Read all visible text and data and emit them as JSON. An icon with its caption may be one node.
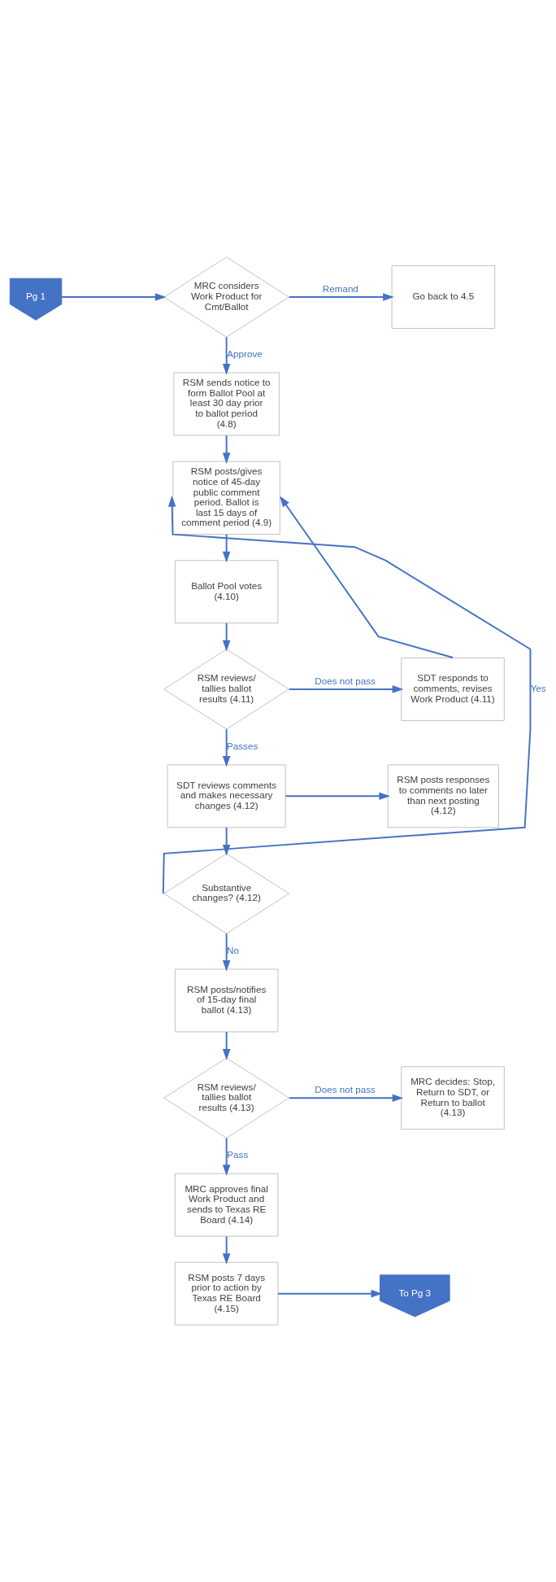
{
  "diagram": {
    "nodes": [
      {
        "text": [
          "Pg 1"
        ]
      },
      {
        "text": [
          "MRC considers Work Product for Cmt/Ballot"
        ]
      },
      {
        "text": [
          "Go back to 4.5"
        ]
      },
      {
        "text": [
          "RSM sends notice to form Ballot Pool at least 30 day prior to ballot period (4.8)"
        ]
      },
      {
        "text": [
          "RSM posts/gives notice of 45-day public comment period. Ballot is last 15 days of comment period (4.9)"
        ]
      },
      {
        "text": [
          "Ballot Pool votes (4.10)"
        ]
      },
      {
        "text": [
          "RSM reviews/ tallies ballot results (4.11)"
        ]
      },
      {
        "text": [
          "SDT responds to comments, revises Work Product (4.11)"
        ]
      },
      {
        "text": [
          "SDT reviews comments and makes necessary changes (4.12)"
        ]
      },
      {
        "text": [
          "RSM posts responses to comments no later than next posting (4.12)"
        ]
      },
      {
        "text": [
          "Substantive changes? (4.12)"
        ]
      },
      {
        "text": [
          "RSM posts/notifies of 15-day final ballot (4.13)"
        ]
      },
      {
        "text": [
          "RSM reviews/ tallies ballot results (4.13)"
        ]
      },
      {
        "text": [
          "MRC decides: Stop, Return to SDT, or Return to ballot (4.13)"
        ]
      },
      {
        "text": [
          "MRC approves final Work Product and sends to Texas RE Board (4.14)"
        ]
      },
      {
        "text": [
          "RSM posts 7 days prior to action by Texas RE Board (4.15)"
        ]
      },
      {
        "text": [
          "To Pg 3"
        ]
      }
    ],
    "edges": [
      {
        "from": 0,
        "to": 1,
        "arrow": "to"
      },
      {
        "from": 1,
        "to": 2,
        "arrow": "to",
        "label": "Remand"
      },
      {
        "from": 1,
        "to": 3,
        "arrow": "to",
        "label": "Approve"
      },
      {
        "from": 3,
        "to": 4,
        "arrow": "to"
      },
      {
        "from": 4,
        "to": 5,
        "arrow": "to"
      },
      {
        "from": 5,
        "to": 6,
        "arrow": "to"
      },
      {
        "from": 6,
        "to": 7,
        "arrow": "to",
        "label": "Does not pass"
      },
      {
        "from": 7,
        "to": 4,
        "arrow": "to"
      },
      {
        "from": 6,
        "to": 8,
        "arrow": "to",
        "label": "Passes"
      },
      {
        "from": 8,
        "to": 9,
        "arrow": "to"
      },
      {
        "from": 8,
        "to": 10,
        "arrow": "to"
      },
      {
        "from": 10,
        "to": 4,
        "arrow": "to",
        "label": "Yes"
      },
      {
        "from": 10,
        "to": 11,
        "arrow": "to",
        "label": "No"
      },
      {
        "from": 11,
        "to": 12,
        "arrow": "to"
      },
      {
        "from": 12,
        "to": 13,
        "arrow": "to",
        "label": "Does not pass"
      },
      {
        "from": 12,
        "to": 14,
        "arrow": "to",
        "label": "Pass"
      },
      {
        "from": 14,
        "to": 15,
        "arrow": "to"
      },
      {
        "from": 15,
        "to": 16,
        "arrow": "to"
      }
    ]
  }
}
